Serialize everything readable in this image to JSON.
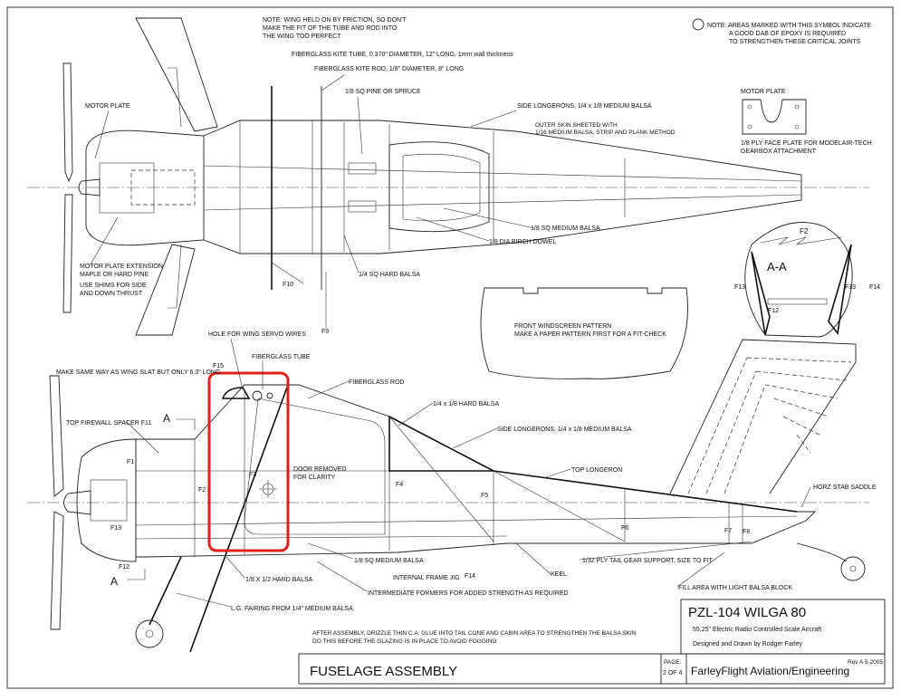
{
  "notes": {
    "wing_friction": [
      "NOTE:  WING HELD ON BY FRICTION, SO DON'T",
      "MAKE THE FIT OF THE TUBE AND ROD INTO",
      "THE WING TOO PERFECT"
    ],
    "epoxy": [
      "NOTE:  AREAS MARKED WITH THIS SYMBOL INDICATE",
      "A GOOD DAB OF EPOXY IS REQUIRED",
      "TO STRENGTHEN THESE CRITICAL JOINTS"
    ],
    "bottom": [
      "AFTER ASSEMBLY, DRIZZLE THIN C.A. GLUE INTO TAIL CONE AND CABIN AREA TO STRENGTHEN THE BALSA SKIN",
      "DO THIS BEFORE THE GLAZING IS IN PLACE TO AVOID FOGGING"
    ]
  },
  "top_view_labels": {
    "kite_tube": "FIBERGLASS KITE TUBE, 0.370\" DIAMETER, 12\" LONG, 1mm wall thickness",
    "kite_rod": "FIBERGLASS KITE ROD, 1/8\" DIAMETER, 8\" LONG",
    "motor_plate": "MOTOR PLATE",
    "sq_pine": "1/8 SQ PINE OR SPRUCE",
    "side_longerons": "SIDE LONGERONS, 1/4 x 1/8 MEDIUM BALSA",
    "outer_skin": [
      "OUTER SKIN SHEETED WITH",
      "1/16 MEDIUM BALSA, STRIP AND PLANK METHOD"
    ],
    "sq_balsa": "1/8 SQ MEDIUM BALSA",
    "dowel": "1/8 DIA BIRCH DOWEL",
    "motor_ext": [
      "MOTOR PLATE EXTENSION",
      "MAPLE OR HARD PINE"
    ],
    "shims": [
      "USE SHIMS FOR SIDE",
      "AND DOWN THRUST"
    ],
    "f10": "F10",
    "f9": "F9",
    "hard_balsa_top": "1/4 SQ HARD BALSA"
  },
  "motor_plate_detail": {
    "title": "MOTOR PLATE",
    "caption": [
      "1/8 PLY FACE PLATE FOR MODELAIR-TECH",
      "GEARBOX ATTACHMENT"
    ]
  },
  "section_aa": {
    "title": "A-A",
    "labels": [
      "F2",
      "F13",
      "F13",
      "F14",
      "F12"
    ]
  },
  "windscreen": [
    "FRONT WINDSCREEN PATTERN",
    "MAKE A PAPER PATTERN FIRST FOR A FIT-CHECK"
  ],
  "side_view_labels": {
    "servo_wires": "HOLE FOR WING SERVO WIRES",
    "fg_tube": "FIBERGLASS TUBE",
    "f15": "F15",
    "slat": "MAKE SAME WAY AS WING SLAT BUT ONLY 6.3\" LONG",
    "fg_rod": "FIBERGLASS ROD",
    "hard_balsa": "1/4 x 1/8  HARD BALSA",
    "side_longerons": "SIDE LONGERONS, 1/4 x 1/8 MEDIUM BALSA",
    "firewall": "TOP FIREWALL SPACER F11",
    "a_upper": "A",
    "a_lower": "A",
    "door": [
      "DOOR REMOVED",
      "FOR CLARITY"
    ],
    "top_longeron": "TOP LONGERON",
    "horz_stab": "HORZ STAB SADDLE",
    "f1": "F1",
    "f2": "F2",
    "f3": "F3",
    "f4": "F4",
    "f5": "F5",
    "f6": "F6",
    "f7": "F7",
    "f8": "F8",
    "f12": "F12",
    "f13": "F13",
    "sq_medium": "1/8 SQ MEDIUM BALSA",
    "frame_jig": "INTERNAL FRAME JIG",
    "f14": "F14",
    "keel": "KEEL",
    "tail_gear": "1/32 PLY TAIL GEAR SUPPORT, SIZE TO FIT",
    "hard_balsa_18": "1/8 X 1/2 HARD BALSA",
    "formers": "INTERMEDIATE FORMERS FOR ADDED STRENGTH AS REQUIRED",
    "fill_area": "FILL AREA WITH LIGHT BALSA BLOCK",
    "lg_fairing": "L.G. FAIRING FROM 1/4\" MEDIUM BALSA"
  },
  "title_block": {
    "model": "PZL-104 WILGA 80",
    "subtitle": "55.25\" Electric Radio Controlled Scale Aircraft",
    "designer": "Designed and Drawn by Rodger Farley",
    "rev": "Rev A 5-2005",
    "company": "FarleyFlight Aviation/Engineering",
    "page_label": "PAGE:",
    "page_value": "2 OF 4",
    "sheet_title": "FUSELAGE ASSEMBLY"
  },
  "colors": {
    "highlight": "#e0201b",
    "ink": "#111111"
  }
}
